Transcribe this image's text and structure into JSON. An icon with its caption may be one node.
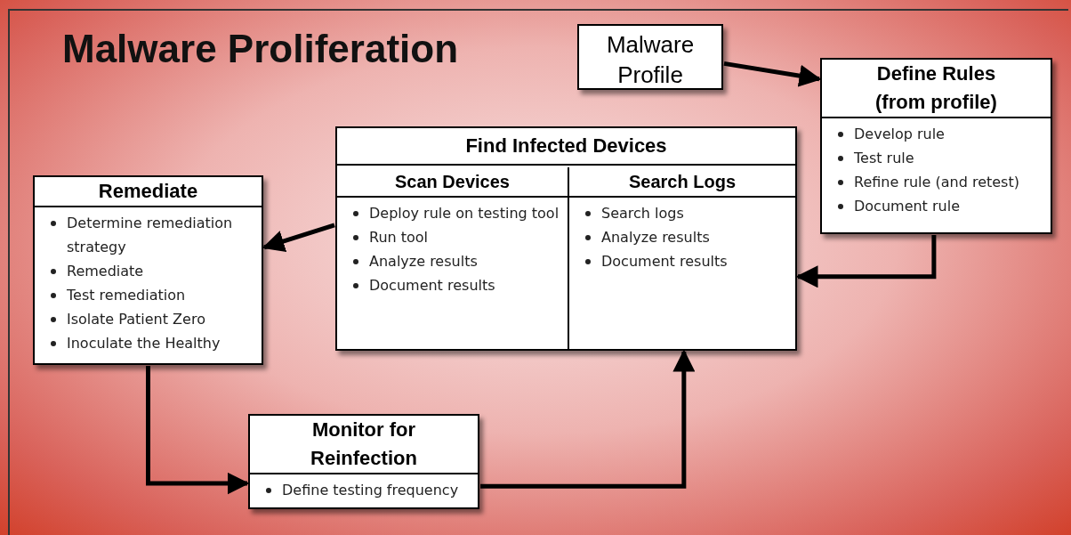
{
  "diagram": {
    "title": "Malware Proliferation",
    "nodes": [
      {
        "text": [
          "Malware Profile"
        ]
      },
      {
        "text": [
          "Define Rules (from profile)",
          "Develop rule",
          "Test rule",
          "Refine rule (and retest)",
          "Document rule"
        ]
      },
      {
        "text": [
          "Find Infected Devices"
        ]
      },
      {
        "text": [
          "Scan Devices",
          "Deploy rule on testing tool",
          "Run tool",
          "Analyze results",
          "Document results"
        ],
        "in": 2
      },
      {
        "text": [
          "Search Logs",
          "Search logs",
          "Analyze results",
          "Document results"
        ],
        "in": 2
      },
      {
        "text": [
          "Remediate",
          "Determine remediation strategy",
          "Remediate",
          "Test remediation",
          "Isolate Patient Zero",
          "Inoculate the Healthy"
        ]
      },
      {
        "text": [
          "Monitor for Reinfection",
          "Define testing frequency"
        ]
      }
    ],
    "edges": [
      {
        "from": 0,
        "to": 1,
        "arrow": "to"
      },
      {
        "from": 1,
        "to": 2,
        "arrow": "to"
      },
      {
        "from": 2,
        "to": 5,
        "arrow": "to"
      },
      {
        "from": 5,
        "to": 6,
        "arrow": "to"
      },
      {
        "from": 6,
        "to": 2,
        "arrow": "to"
      }
    ]
  }
}
